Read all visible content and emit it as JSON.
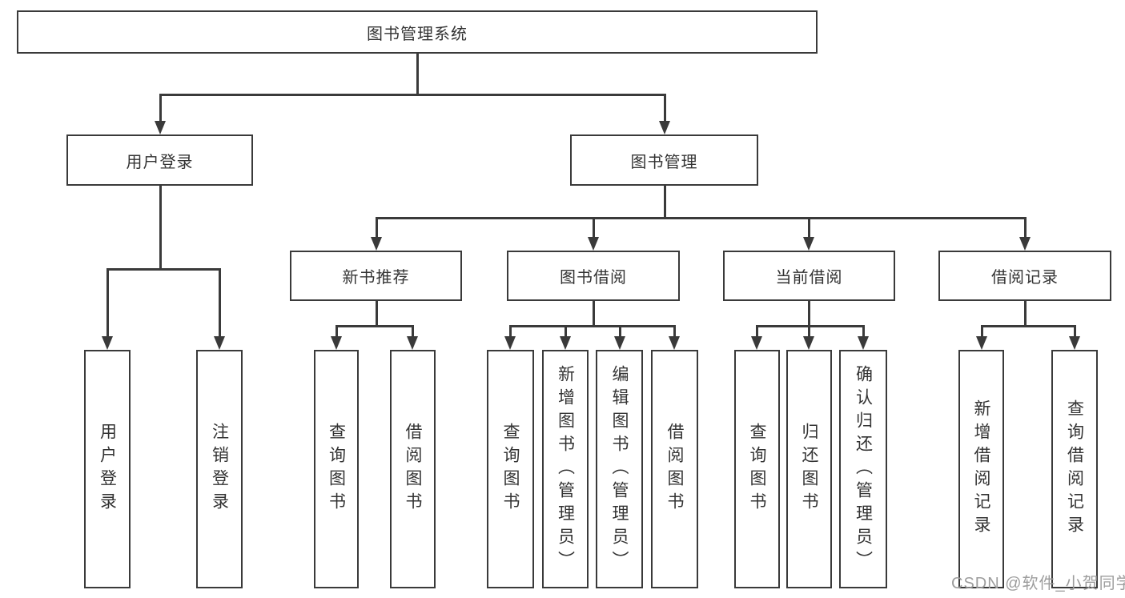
{
  "colors": {
    "line": "#3a3a3a",
    "text": "#333333",
    "box_background": "#ffffff",
    "watermark": "#9d9d9d"
  },
  "diagram": {
    "root": {
      "label": "图书管理系统"
    },
    "branches": [
      {
        "label": "用户登录",
        "children": [
          {
            "label": "用户登录"
          },
          {
            "label": "注销登录"
          }
        ]
      },
      {
        "label": "图书管理",
        "children": [
          {
            "label": "新书推荐",
            "children": [
              {
                "label": "查询图书"
              },
              {
                "label": "借阅图书"
              }
            ]
          },
          {
            "label": "图书借阅",
            "children": [
              {
                "label": "查询图书"
              },
              {
                "label": "新增图书（管理员）"
              },
              {
                "label": "编辑图书（管理员）"
              },
              {
                "label": "借阅图书"
              }
            ]
          },
          {
            "label": "当前借阅",
            "children": [
              {
                "label": "查询图书"
              },
              {
                "label": "归还图书"
              },
              {
                "label": "确认归还（管理员）"
              }
            ]
          },
          {
            "label": "借阅记录",
            "children": [
              {
                "label": "新增借阅记录"
              },
              {
                "label": "查询借阅记录"
              }
            ]
          }
        ]
      }
    ]
  },
  "watermark": {
    "text": "CSDN @软件_小贺同学"
  }
}
